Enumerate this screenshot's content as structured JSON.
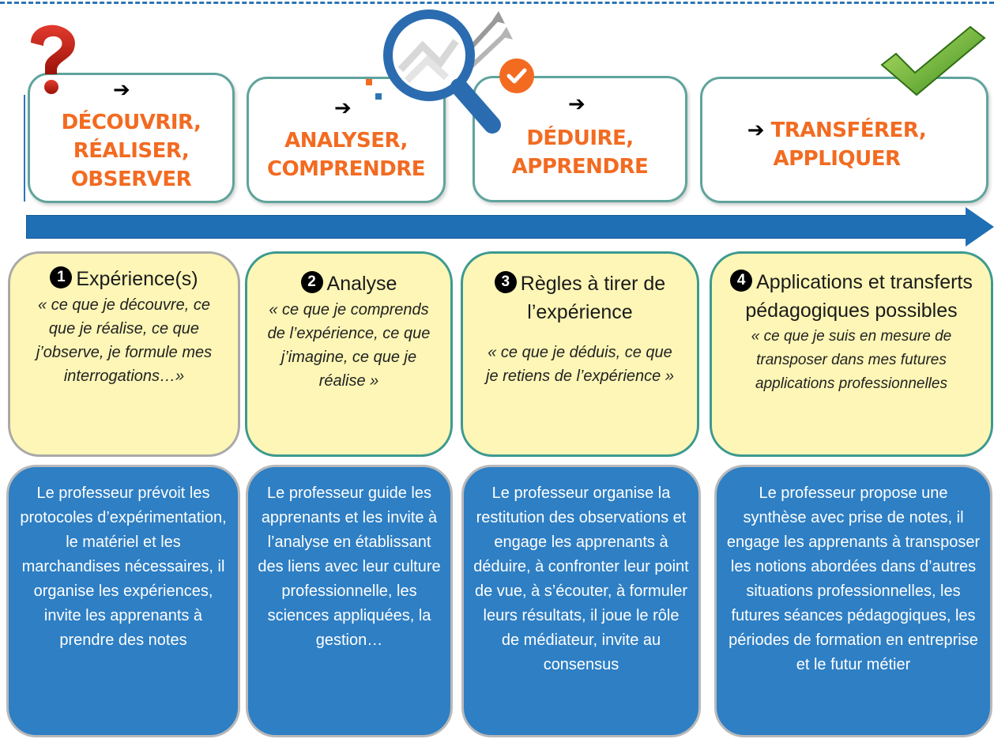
{
  "steps": [
    {
      "arrow": "➔",
      "label": "DÉCOUVRIR,\nRÉALISER,\nOBSERVER"
    },
    {
      "arrow": "➔",
      "label": "ANALYSER,\nCOMPRENDRE"
    },
    {
      "arrow": "➔",
      "label": "DÉDUIRE,\nAPPRENDRE"
    },
    {
      "arrow": "➔",
      "label": "TRANSFÉRER,\nAPPLIQUER"
    }
  ],
  "phases": [
    {
      "num": "1",
      "title": "Expérience(s)",
      "quote": "« ce que je découvre, ce que je réalise, ce que j’observe, je formule mes interrogations…»"
    },
    {
      "num": "2",
      "title": "Analyse",
      "quote": "« ce que je comprends de l’expérience, ce que j’imagine, ce que je réalise »"
    },
    {
      "num": "3",
      "title": "Règles à tirer de l’expérience",
      "quote": "« ce que je déduis, ce que je retiens de l’expérience »"
    },
    {
      "num": "4",
      "title": "Applications et transferts pédagogiques possibles",
      "quote": "« ce que je suis en mesure de transposer dans mes futures applications professionnelles"
    }
  ],
  "descriptions": [
    "Le professeur prévoit les protocoles d’expérimentation, le matériel et les marchandises nécessaires, il organise les expériences, invite les apprenants à prendre des notes",
    "Le professeur guide les apprenants et les invite à l’analyse en établissant des liens avec leur culture professionnelle, les sciences appliquées, la gestion…",
    "Le professeur organise la restitution des observations et engage les apprenants à déduire, à confronter leur point de vue, à s’écouter, à formuler leurs résultats, il joue le rôle de médiateur, invite au consensus",
    "Le professeur propose une synthèse avec prise de notes, il engage les apprenants à transposer les notions abordées dans d’autres situations professionnelles, les futures séances pédagogiques, les périodes de formation en entreprise et le futur métier"
  ],
  "icons": {
    "question": "question-mark-icon",
    "magnifier": "magnifying-glass-icon",
    "check_badge": "orange-check-badge-icon",
    "checkmark": "green-checkmark-icon"
  },
  "colors": {
    "accent_orange": "#f26b21",
    "teal_border": "#5fa49c",
    "timeline_blue": "#1f6fb5",
    "card_blue": "#2e7fc4",
    "phase_yellow": "#fdf6b6"
  }
}
